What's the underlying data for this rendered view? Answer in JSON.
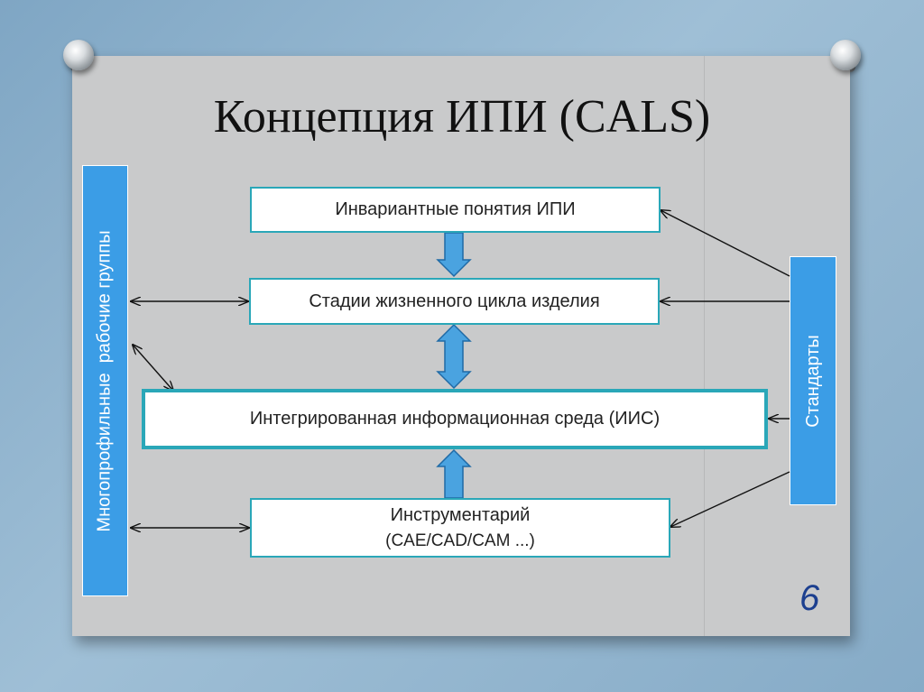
{
  "title": "Концепция ИПИ (CALS)",
  "boxes": {
    "invariant": "Инвариантные понятия ИПИ",
    "lifecycle": "Стадии жизненного цикла изделия",
    "iis": "Интегрированная информационная среда (ИИС)",
    "tools_line1": "Инструментарий",
    "tools_line2": "(CAE/CAD/CAM ...)"
  },
  "left_panel": "Многопрофильные  рабочие группы",
  "right_panel": "Стандарты",
  "page_number": "6",
  "colors": {
    "panel_blue": "#3b9de6",
    "box_border": "#2aa7b8",
    "block_arrow": "#4aa3e0",
    "slide_bg": "#c9cacb",
    "page_number": "#1c3f8f"
  }
}
